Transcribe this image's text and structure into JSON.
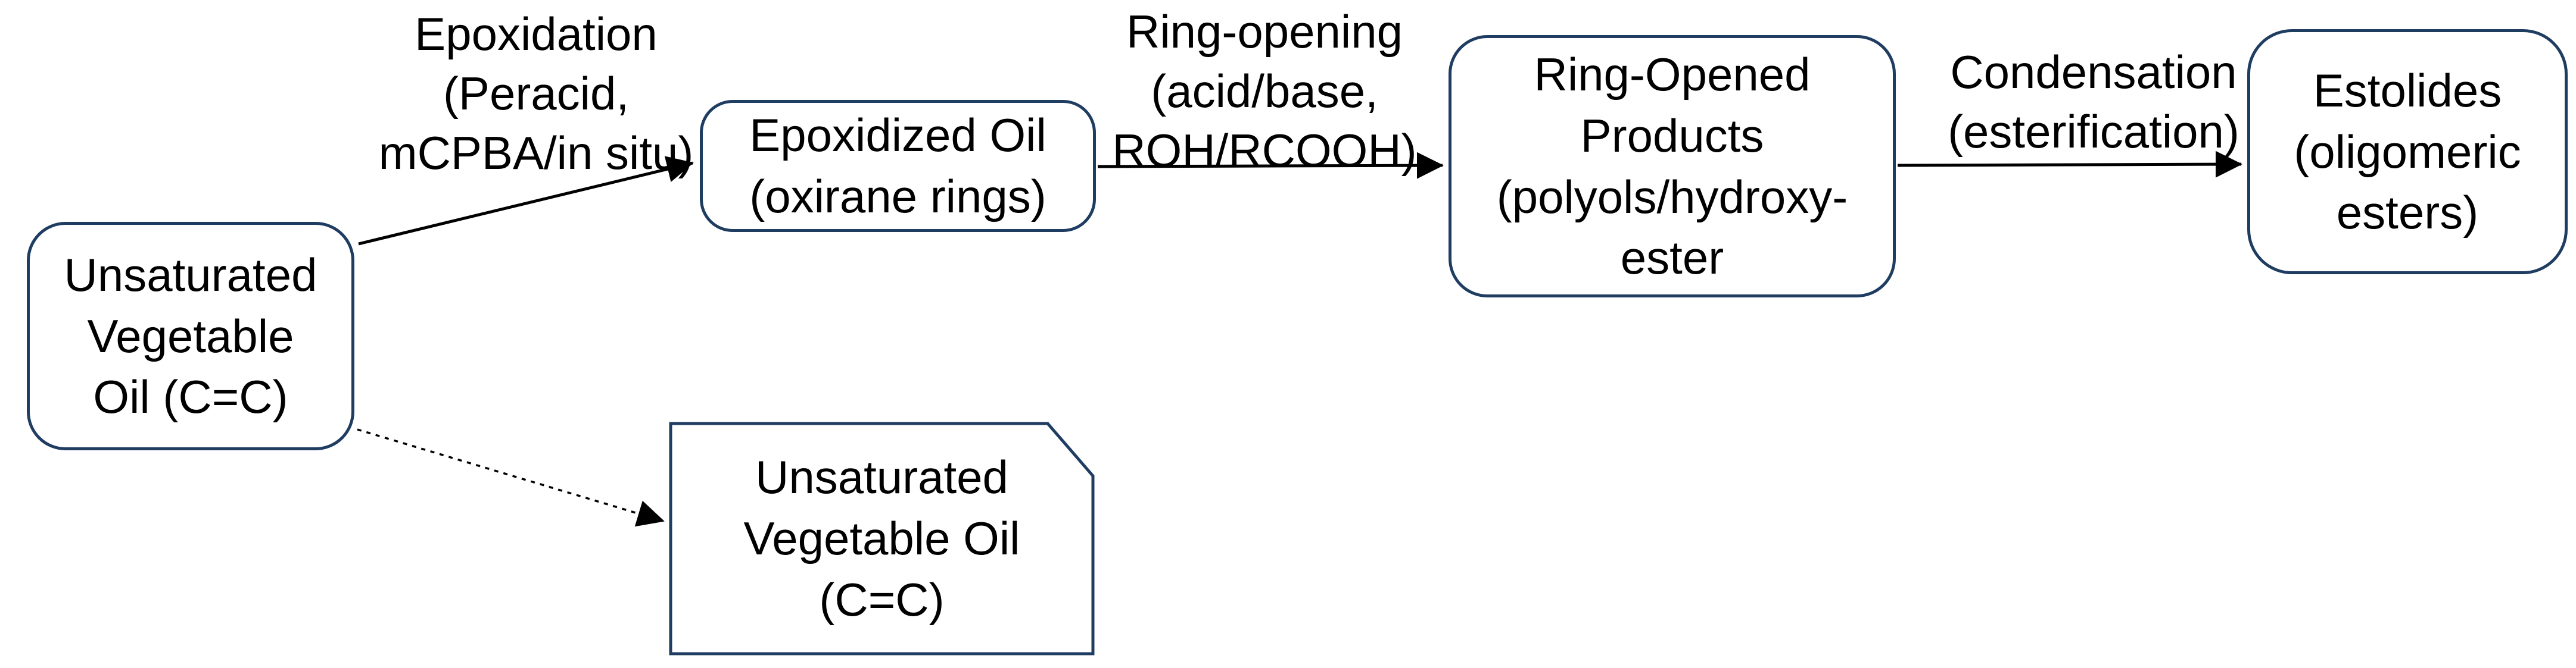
{
  "diagram": {
    "title": "",
    "colors": {
      "node_border": "#1f3c61",
      "arrow": "#000000",
      "text": "#000000",
      "background": "#ffffff"
    },
    "nodes": [
      {
        "id": "unsaturated-vegetable-oil",
        "shape": "rounded-rectangle",
        "label": "Unsaturated\nVegetable\nOil (C=C)"
      },
      {
        "id": "epoxidized-oil",
        "shape": "rounded-rectangle",
        "label": "Epoxidized Oil\n(oxirane rings)"
      },
      {
        "id": "ring-opened-products",
        "shape": "rounded-rectangle",
        "label": "Ring-Opened\nProducts\n(polyols/hydroxy-\nester"
      },
      {
        "id": "estolides",
        "shape": "rounded-rectangle",
        "label": "Estolides\n(oligomeric\nesters)"
      },
      {
        "id": "unsaturated-vegetable-oil-copy",
        "shape": "snip-corner-rectangle",
        "label": "Unsaturated\nVegetable Oil\n(C=C)"
      }
    ],
    "edges": [
      {
        "from": "unsaturated-vegetable-oil",
        "to": "epoxidized-oil",
        "style": "solid-arrow",
        "label": "Epoxidation\n(Peracid,\nmCPBA/in situ)"
      },
      {
        "from": "epoxidized-oil",
        "to": "ring-opened-products",
        "style": "solid-arrow",
        "label": "Ring-opening\n(acid/base,\nROH/RCOOH)"
      },
      {
        "from": "ring-opened-products",
        "to": "estolides",
        "style": "solid-arrow",
        "label": "Condensation\n(esterification)"
      },
      {
        "from": "unsaturated-vegetable-oil",
        "to": "unsaturated-vegetable-oil-copy",
        "style": "dotted-arrow",
        "label": ""
      }
    ]
  }
}
